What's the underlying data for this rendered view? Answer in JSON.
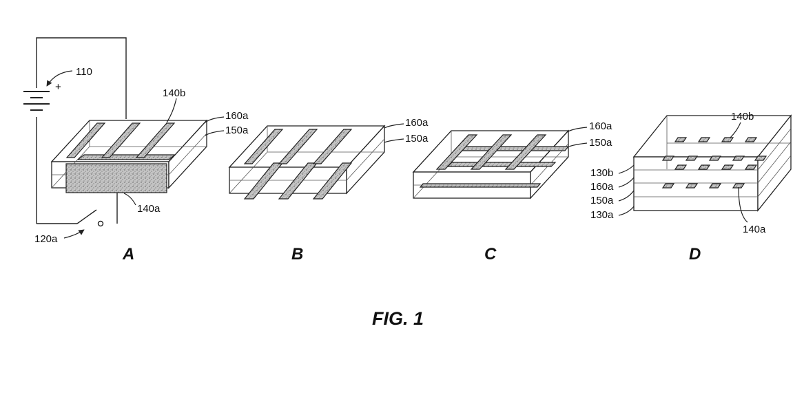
{
  "figure_title": "FIG. 1",
  "panels": {
    "a": {
      "letter": "A",
      "label_110": "110",
      "label_plus": "+",
      "label_140b": "140b",
      "label_160a": "160a",
      "label_150a": "150a",
      "label_140a": "140a",
      "label_120a": "120a"
    },
    "b": {
      "letter": "B",
      "label_160a": "160a",
      "label_150a": "150a"
    },
    "c": {
      "letter": "C",
      "label_160a": "160a",
      "label_150a": "150a"
    },
    "d": {
      "letter": "D",
      "label_140b": "140b",
      "label_130b": "130b",
      "label_160a": "160a",
      "label_150a": "150a",
      "label_130a": "130a",
      "label_140a": "140a"
    }
  },
  "colors": {
    "line": "#222222",
    "fill": "#bbbbbb"
  }
}
